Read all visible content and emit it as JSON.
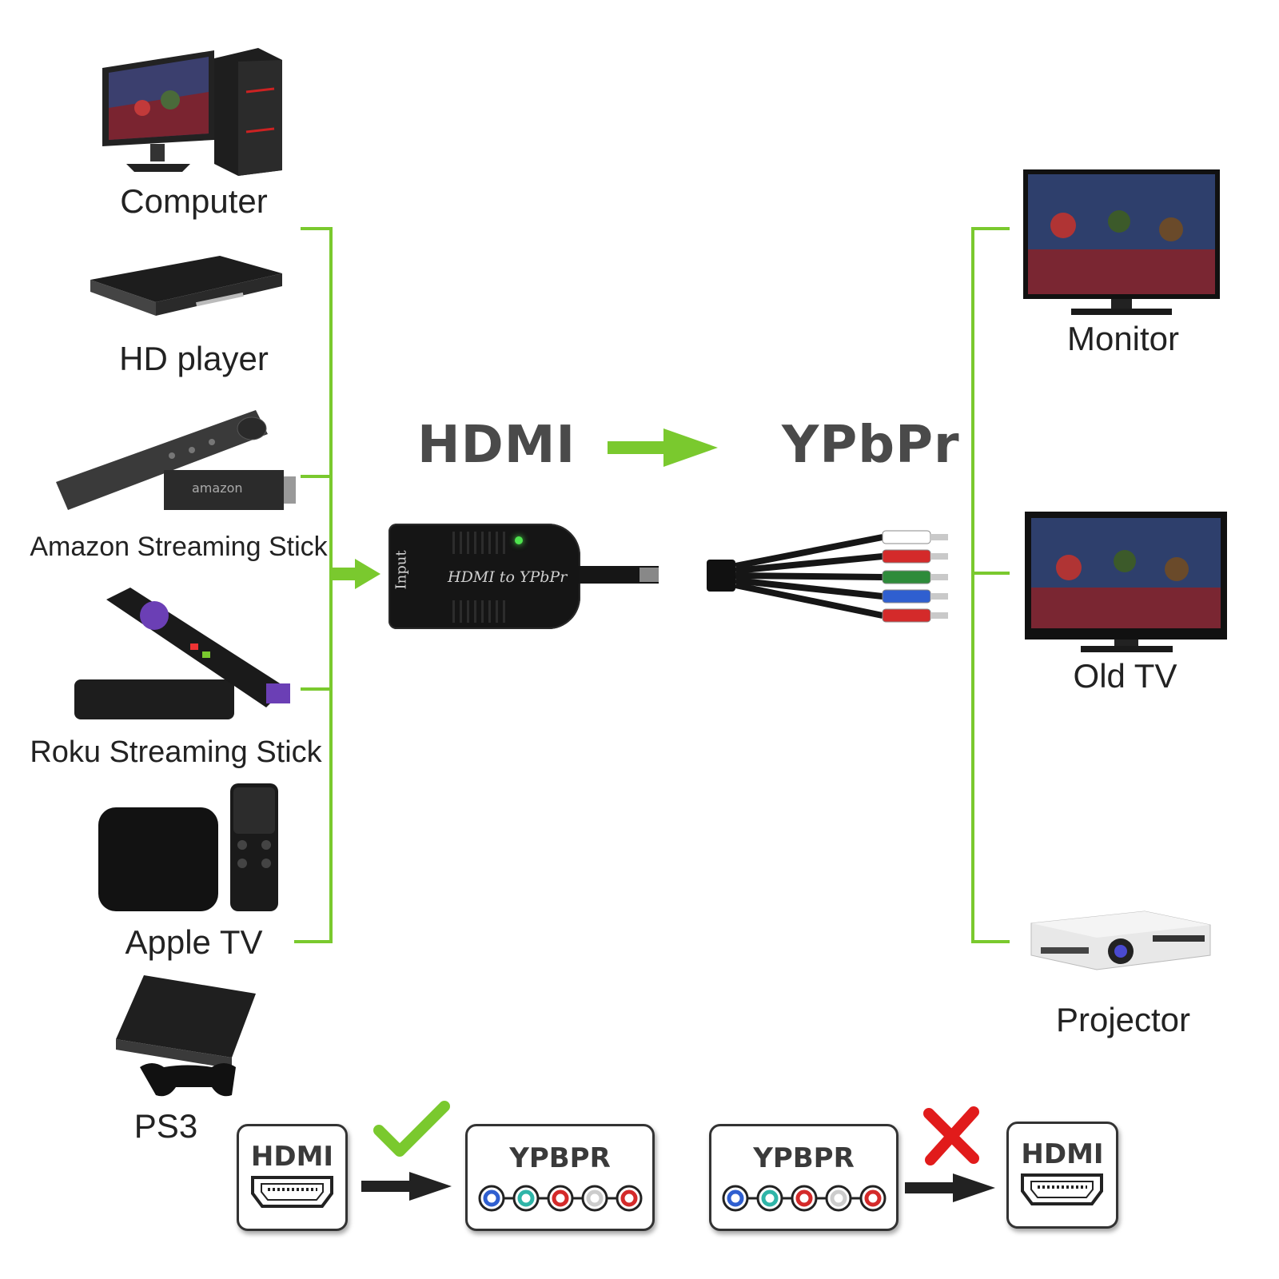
{
  "sources": [
    {
      "label": "Computer",
      "icon": "computer-icon"
    },
    {
      "label": "HD player",
      "icon": "hd-player-icon"
    },
    {
      "label": "Amazon Streaming Stick",
      "icon": "amazon-stick-icon"
    },
    {
      "label": "Roku Streaming Stick",
      "icon": "roku-stick-icon"
    },
    {
      "label": "Apple TV",
      "icon": "apple-tv-icon"
    },
    {
      "label": "PS3",
      "icon": "ps3-icon"
    }
  ],
  "outputs": [
    {
      "label": "Monitor",
      "icon": "monitor-icon"
    },
    {
      "label": "Old TV",
      "icon": "old-tv-icon"
    },
    {
      "label": "Projector",
      "icon": "projector-icon"
    }
  ],
  "conversion": {
    "from": "HDMI",
    "to": "YPbPr"
  },
  "adapter": {
    "input_label": "Input",
    "model_label": "HDMI to YPbPr"
  },
  "legend": {
    "supported": {
      "from": "HDMI",
      "to": "YPBPR",
      "status_icon": "check-icon"
    },
    "unsupported": {
      "from": "YPBPR",
      "to": "HDMI",
      "status_icon": "cross-icon"
    }
  },
  "colors": {
    "accent_green": "#7ac92e",
    "rca_plugs": [
      "#ffffff",
      "#d42a2a",
      "#2e8b3a",
      "#2f5fd0",
      "#d42a2a"
    ],
    "ypbpr_port_rings": [
      "#2f5fd0",
      "#2fb5a8",
      "#d42a2a",
      "#cccccc",
      "#d42a2a"
    ],
    "cross": "#e11b1b"
  }
}
